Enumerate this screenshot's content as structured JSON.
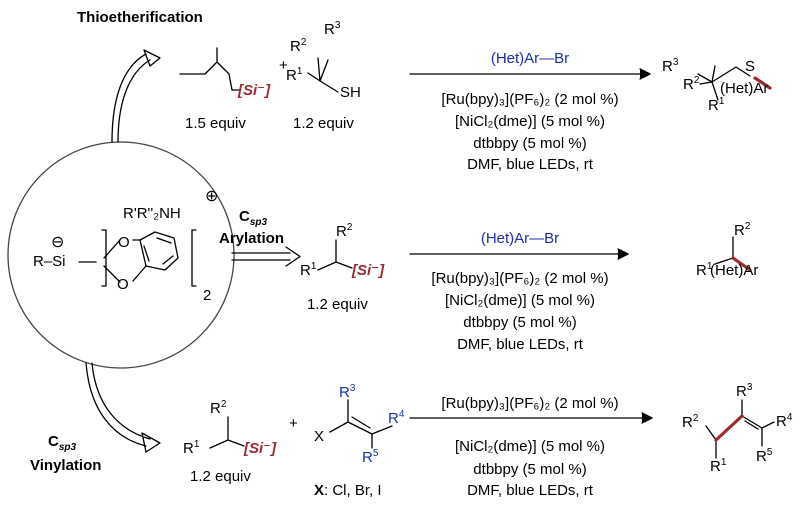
{
  "colors": {
    "bond_highlight": "#9c2a2e",
    "silicate_label": "#9c2a2e",
    "heteroaryl_reagent": "#1a2fa8",
    "outline": "#444444"
  },
  "center": {
    "ammonium": "R'R''₂NH",
    "plus_charge": "⊕",
    "minus_charge": "⊖",
    "silicon": "R–Si",
    "oxygen": "O",
    "subscript": "2"
  },
  "labels": {
    "thioetherification": "Thioetherification",
    "csp3": "C",
    "csp3_sub": "sp3",
    "arylation": "Arylation",
    "vinylation": "Vinylation"
  },
  "common": {
    "si_label": "[Si⁻]",
    "reagent_top": "(Het)Ar—Br",
    "ru_catalyst": "[Ru(bpy)₃](PF₆)₂ (2 mol %)",
    "ni_catalyst": "[NiCl₂(dme)] (5 mol %)",
    "ligand": "dtbbpy (5 mol %)",
    "conditions": "DMF, blue LEDs, rt"
  },
  "row1": {
    "equiv_silicate": "1.5 equiv",
    "plus": "+",
    "thiol_sh": "SH",
    "equiv_thiol": "1.2 equiv",
    "r1": "R",
    "r2": "R",
    "r3": "R",
    "product_s": "S",
    "product_ar": "(Het)Ar"
  },
  "row2": {
    "equiv": "1.2 equiv",
    "r1": "R",
    "r2": "R",
    "product_ar": "(Het)Ar"
  },
  "row3": {
    "equiv": "1.2 equiv",
    "plus": "+",
    "x": "X",
    "x_def_label": "X",
    "x_def_text": ": Cl, Br, I",
    "r1": "R",
    "r2": "R",
    "r3": "R",
    "r4": "R",
    "r5": "R"
  }
}
